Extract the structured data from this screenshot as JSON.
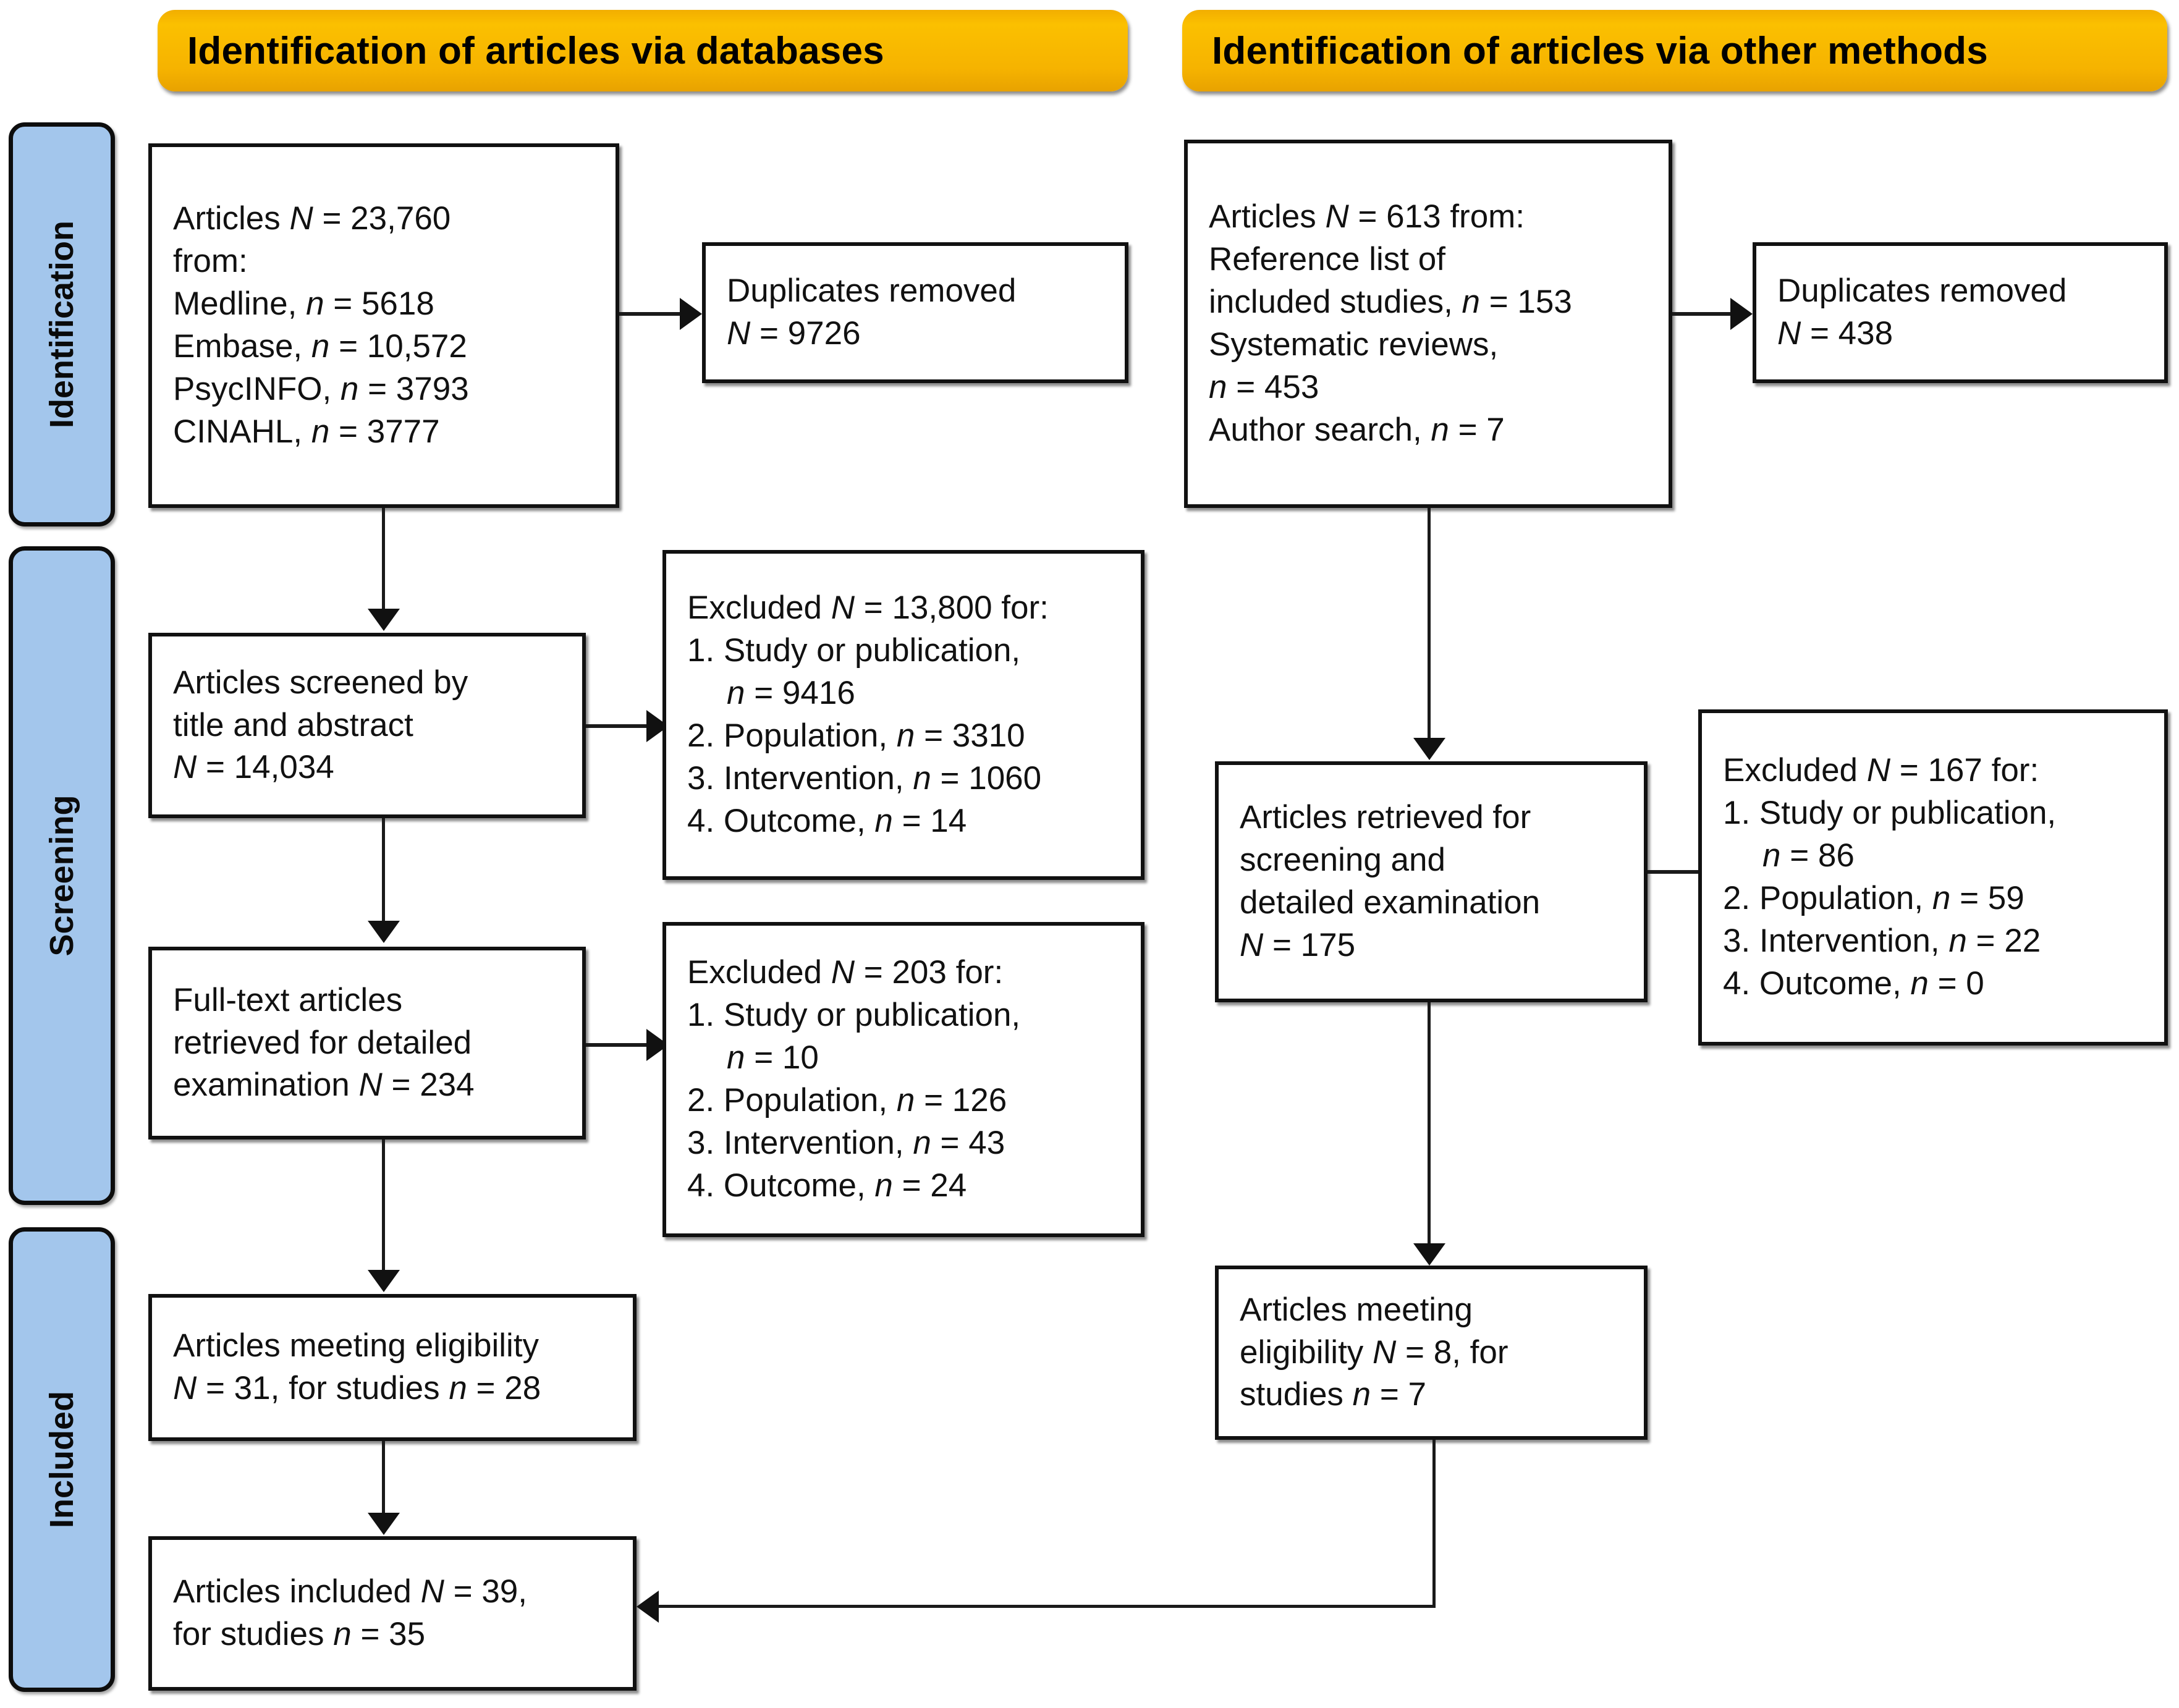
{
  "colors": {
    "banner_fill": "#f6b300",
    "phase_fill": "#a3c6ec",
    "box_border": "#111111",
    "connector": "#1a1a1a",
    "page_background": "#ffffff"
  },
  "banners": {
    "left": "Identification of articles via databases",
    "right": "Identification of articles via other methods"
  },
  "phases": [
    {
      "label": "Identification"
    },
    {
      "label": "Screening"
    },
    {
      "label": "Included"
    }
  ],
  "flow": {
    "db_identification": {
      "lines": [
        "Articles N = 23,760",
        "from:",
        "Medline, n = 5618",
        "Embase, n = 10,572",
        "PsycINFO, n = 3793",
        "CINAHL, n = 3777"
      ]
    },
    "db_duplicates": {
      "lines": [
        "Duplicates removed",
        "N = 9726"
      ]
    },
    "db_screened": {
      "lines": [
        "Articles screened by",
        "title and abstract",
        "N = 14,034"
      ]
    },
    "db_excluded_screen": {
      "lines": [
        "Excluded N = 13,800 for:",
        "1. Study or publication,",
        "n = 9416",
        "2. Population, n = 3310",
        "3. Intervention, n = 1060",
        "4. Outcome, n = 14"
      ]
    },
    "db_fulltext": {
      "lines": [
        "Full-text articles",
        "retrieved for detailed",
        "examination N = 234"
      ]
    },
    "db_excluded_fulltext": {
      "lines": [
        "Excluded N = 203 for:",
        "1. Study or publication,",
        "n = 10",
        "2. Population, n = 126",
        "3. Intervention, n = 43",
        "4. Outcome, n = 24"
      ]
    },
    "db_eligible": {
      "lines": [
        "Articles meeting eligibility",
        "N = 31, for studies n = 28"
      ]
    },
    "included_final": {
      "lines": [
        "Articles included N = 39,",
        "for studies n = 35"
      ]
    },
    "other_identification": {
      "lines": [
        "Articles N = 613 from:",
        "Reference list of",
        "included studies, n = 153",
        "Systematic reviews,",
        "n = 453",
        "Author search, n = 7"
      ]
    },
    "other_duplicates": {
      "lines": [
        "Duplicates removed",
        "N = 438"
      ]
    },
    "other_retrieved": {
      "lines": [
        "Articles retrieved for",
        "screening and",
        "detailed examination",
        "N = 175"
      ]
    },
    "other_excluded": {
      "lines": [
        "Excluded N = 167 for:",
        "1. Study or publication,",
        "n = 86",
        "2. Population, n = 59",
        "3. Intervention, n = 22",
        "4. Outcome, n = 0"
      ]
    },
    "other_eligible": {
      "lines": [
        "Articles meeting",
        "eligibility N = 8, for",
        "studies n = 7"
      ]
    }
  },
  "chart_data": {
    "type": "diagram",
    "title": "PRISMA flow diagram of article identification, screening and inclusion",
    "columns": [
      "Identification of articles via databases",
      "Identification of articles via other methods"
    ],
    "phases": [
      "Identification",
      "Screening",
      "Included"
    ],
    "nodes": [
      {
        "id": "db_identification",
        "column": "databases",
        "phase": "Identification",
        "N": 23760,
        "sources": [
          {
            "name": "Medline",
            "n": 5618
          },
          {
            "name": "Embase",
            "n": 10572
          },
          {
            "name": "PsycINFO",
            "n": 3793
          },
          {
            "name": "CINAHL",
            "n": 3777
          }
        ]
      },
      {
        "id": "db_duplicates",
        "column": "databases",
        "phase": "Identification",
        "label": "Duplicates removed",
        "N": 9726
      },
      {
        "id": "db_screened",
        "column": "databases",
        "phase": "Screening",
        "label": "Articles screened by title and abstract",
        "N": 14034
      },
      {
        "id": "db_excluded_screen",
        "column": "databases",
        "phase": "Screening",
        "label": "Excluded",
        "N": 13800,
        "reasons": [
          {
            "rank": 1,
            "name": "Study or publication",
            "n": 9416
          },
          {
            "rank": 2,
            "name": "Population",
            "n": 3310
          },
          {
            "rank": 3,
            "name": "Intervention",
            "n": 1060
          },
          {
            "rank": 4,
            "name": "Outcome",
            "n": 14
          }
        ]
      },
      {
        "id": "db_fulltext",
        "column": "databases",
        "phase": "Screening",
        "label": "Full-text articles retrieved for detailed examination",
        "N": 234
      },
      {
        "id": "db_excluded_fulltext",
        "column": "databases",
        "phase": "Screening",
        "label": "Excluded",
        "N": 203,
        "reasons": [
          {
            "rank": 1,
            "name": "Study or publication",
            "n": 10
          },
          {
            "rank": 2,
            "name": "Population",
            "n": 126
          },
          {
            "rank": 3,
            "name": "Intervention",
            "n": 43
          },
          {
            "rank": 4,
            "name": "Outcome",
            "n": 24
          }
        ]
      },
      {
        "id": "db_eligible",
        "column": "databases",
        "phase": "Included",
        "label": "Articles meeting eligibility",
        "N": 31,
        "studies_n": 28
      },
      {
        "id": "other_identification",
        "column": "other methods",
        "phase": "Identification",
        "N": 613,
        "sources": [
          {
            "name": "Reference list of included studies",
            "n": 153
          },
          {
            "name": "Systematic reviews",
            "n": 453
          },
          {
            "name": "Author search",
            "n": 7
          }
        ]
      },
      {
        "id": "other_duplicates",
        "column": "other methods",
        "phase": "Identification",
        "label": "Duplicates removed",
        "N": 438
      },
      {
        "id": "other_retrieved",
        "column": "other methods",
        "phase": "Screening",
        "label": "Articles retrieved for screening and detailed examination",
        "N": 175
      },
      {
        "id": "other_excluded",
        "column": "other methods",
        "phase": "Screening",
        "label": "Excluded",
        "N": 167,
        "reasons": [
          {
            "rank": 1,
            "name": "Study or publication",
            "n": 86
          },
          {
            "rank": 2,
            "name": "Population",
            "n": 59
          },
          {
            "rank": 3,
            "name": "Intervention",
            "n": 22
          },
          {
            "rank": 4,
            "name": "Outcome",
            "n": 0
          }
        ]
      },
      {
        "id": "other_eligible",
        "column": "other methods",
        "phase": "Included",
        "label": "Articles meeting eligibility",
        "N": 8,
        "studies_n": 7
      },
      {
        "id": "included_final",
        "column": "merged",
        "phase": "Included",
        "label": "Articles included",
        "N": 39,
        "studies_n": 35
      }
    ],
    "edges": [
      {
        "from": "db_identification",
        "to": "db_duplicates",
        "dir": "right"
      },
      {
        "from": "db_identification",
        "to": "db_screened",
        "dir": "down"
      },
      {
        "from": "db_screened",
        "to": "db_excluded_screen",
        "dir": "right"
      },
      {
        "from": "db_screened",
        "to": "db_fulltext",
        "dir": "down"
      },
      {
        "from": "db_fulltext",
        "to": "db_excluded_fulltext",
        "dir": "right"
      },
      {
        "from": "db_fulltext",
        "to": "db_eligible",
        "dir": "down"
      },
      {
        "from": "db_eligible",
        "to": "included_final",
        "dir": "down"
      },
      {
        "from": "other_identification",
        "to": "other_duplicates",
        "dir": "right"
      },
      {
        "from": "other_identification",
        "to": "other_retrieved",
        "dir": "down"
      },
      {
        "from": "other_retrieved",
        "to": "other_excluded",
        "dir": "right"
      },
      {
        "from": "other_retrieved",
        "to": "other_eligible",
        "dir": "down"
      },
      {
        "from": "other_eligible",
        "to": "included_final",
        "dir": "down-left"
      }
    ]
  }
}
